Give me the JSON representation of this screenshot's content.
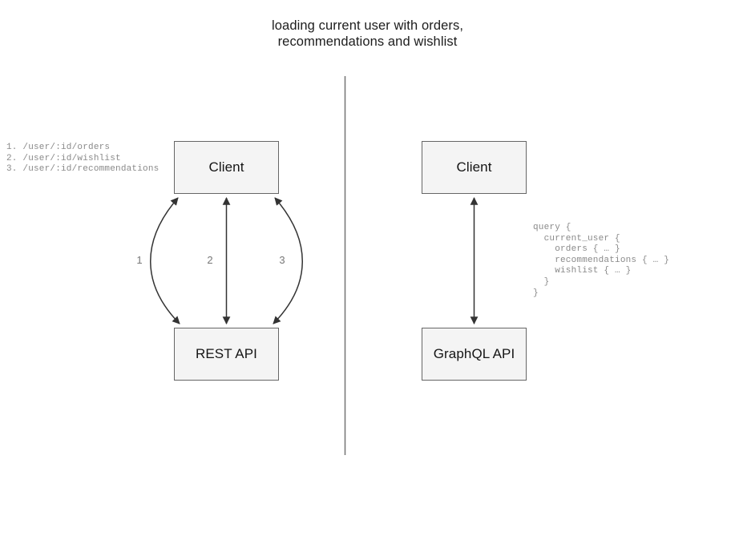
{
  "diagram": {
    "title": "loading current user with orders,\nrecommendations and wishlist",
    "divider": {
      "name": "vertical-divider",
      "color": "#7a7a7a"
    },
    "rest_panel": {
      "endpoint_list": "1. /user/:id/orders\n2. /user/:id/wishlist\n3. /user/:id/recommendations",
      "nodes": {
        "client": "Client",
        "api": "REST API"
      },
      "edges": [
        {
          "label": "1",
          "shape": "curve-left",
          "direction": "bidirectional"
        },
        {
          "label": "2",
          "shape": "straight",
          "direction": "bidirectional"
        },
        {
          "label": "3",
          "shape": "curve-right",
          "direction": "bidirectional"
        }
      ]
    },
    "graphql_panel": {
      "nodes": {
        "client": "Client",
        "api": "GraphQL API"
      },
      "query": "query {\n  current_user {\n    orders { … }\n    recommendations { … }\n    wishlist { … }\n  }\n}",
      "edges": [
        {
          "label": "",
          "shape": "straight",
          "direction": "bidirectional"
        }
      ]
    },
    "colors": {
      "node_fill": "#f4f4f4",
      "node_border": "#666666",
      "edge_stroke": "#333333",
      "code_text": "#8a8a8a",
      "title_text": "#1d1d1d"
    }
  }
}
